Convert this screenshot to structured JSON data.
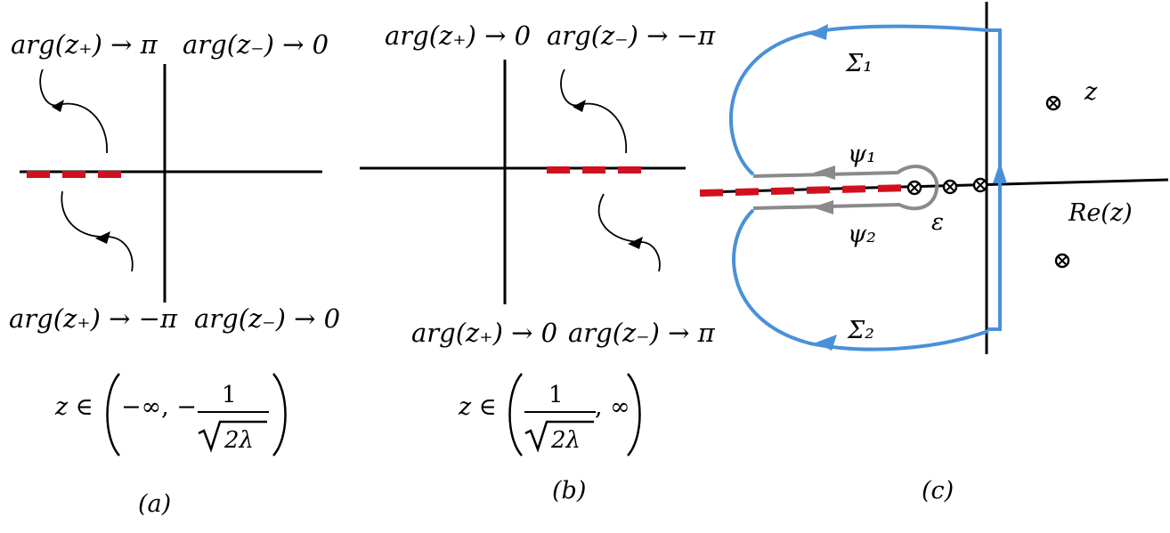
{
  "panel_a": {
    "top_left": "arg(z₊) → π",
    "top_right": "arg(z₋) → 0",
    "bottom_left": "arg(z₊) → −π",
    "bottom_right": "arg(z₋) → 0",
    "interval_prefix": "z ∈",
    "interval_left": "−∞, −",
    "frac_num": "1",
    "frac_den": "2λ",
    "caption": "(a)"
  },
  "panel_b": {
    "top_left": "arg(z₊) → 0",
    "top_right": "arg(z₋) → −π",
    "bottom_left": "arg(z₊) → 0",
    "bottom_right": "arg(z₋) → π",
    "interval_prefix": "z ∈",
    "frac_num": "1",
    "frac_den": "2λ",
    "interval_right": ", ∞",
    "caption": "(b)"
  },
  "panel_c": {
    "sigma1": "Σ₁",
    "sigma2": "Σ₂",
    "psi1": "ψ₁",
    "psi2": "ψ₂",
    "epsilon": "ε",
    "z_label": "z",
    "axis_label": "Re(z)",
    "caption": "(c)"
  },
  "colors": {
    "branch_cut": "#d0101e",
    "contour": "#4a90d9",
    "keyhole": "#8a8a8a"
  }
}
